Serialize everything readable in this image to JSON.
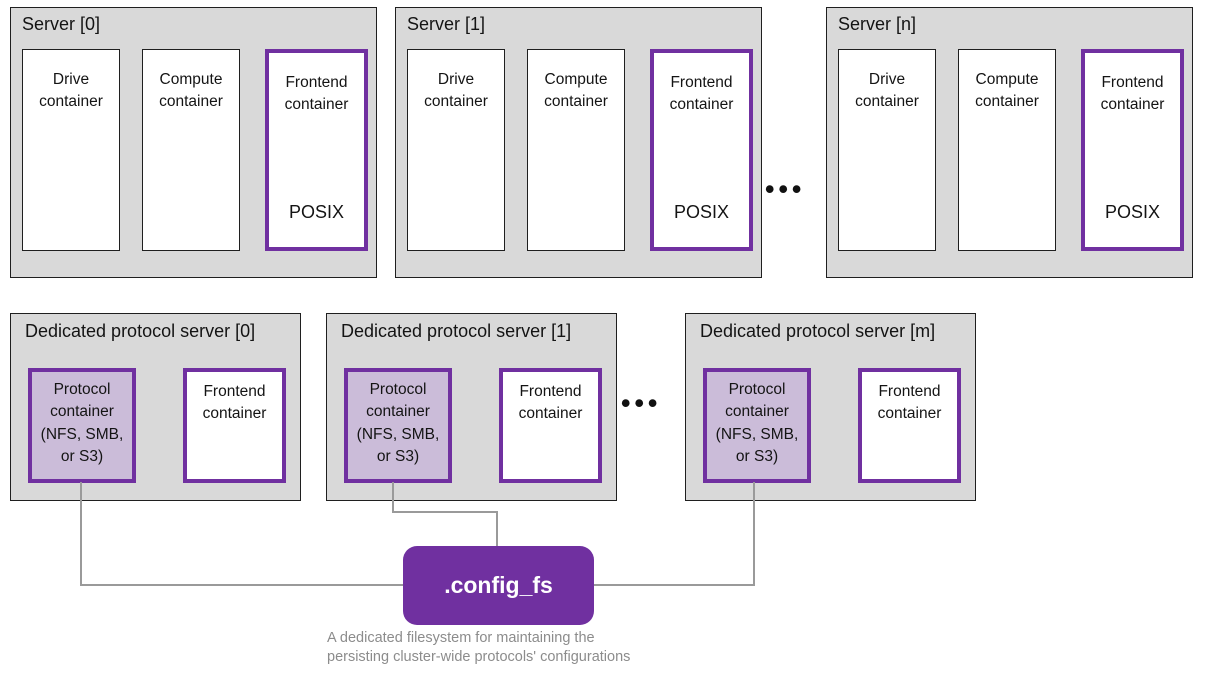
{
  "servers": [
    {
      "title": "Server [0]",
      "drive_label": "Drive container",
      "compute_label": "Compute container",
      "frontend_label": "Frontend container",
      "frontend_badge": "POSIX"
    },
    {
      "title": "Server [1]",
      "drive_label": "Drive container",
      "compute_label": "Compute container",
      "frontend_label": "Frontend container",
      "frontend_badge": "POSIX"
    },
    {
      "title": "Server [n]",
      "drive_label": "Drive container",
      "compute_label": "Compute container",
      "frontend_label": "Frontend container",
      "frontend_badge": "POSIX"
    }
  ],
  "servers_ellipsis": "•••",
  "protocol_servers": [
    {
      "title": "Dedicated protocol server [0]",
      "protocol_label": "Protocol container (NFS, SMB, or S3)",
      "frontend_label": "Frontend container"
    },
    {
      "title": "Dedicated protocol server [1]",
      "protocol_label": "Protocol container (NFS, SMB, or S3)",
      "frontend_label": "Frontend container"
    },
    {
      "title": "Dedicated protocol server [m]",
      "protocol_label": "Protocol container (NFS, SMB, or S3)",
      "frontend_label": "Frontend container"
    }
  ],
  "protocol_ellipsis": "•••",
  "config_fs": {
    "label": ".config_fs",
    "caption_line1": "A dedicated filesystem for maintaining the",
    "caption_line2": "persisting cluster-wide protocols' configurations"
  },
  "colors": {
    "server_bg": "#d9d9d9",
    "accent_purple": "#7030a0",
    "protocol_fill": "#cbbcd9",
    "connector_gray": "#9a9a9a",
    "caption_gray": "#8c8c8c"
  }
}
